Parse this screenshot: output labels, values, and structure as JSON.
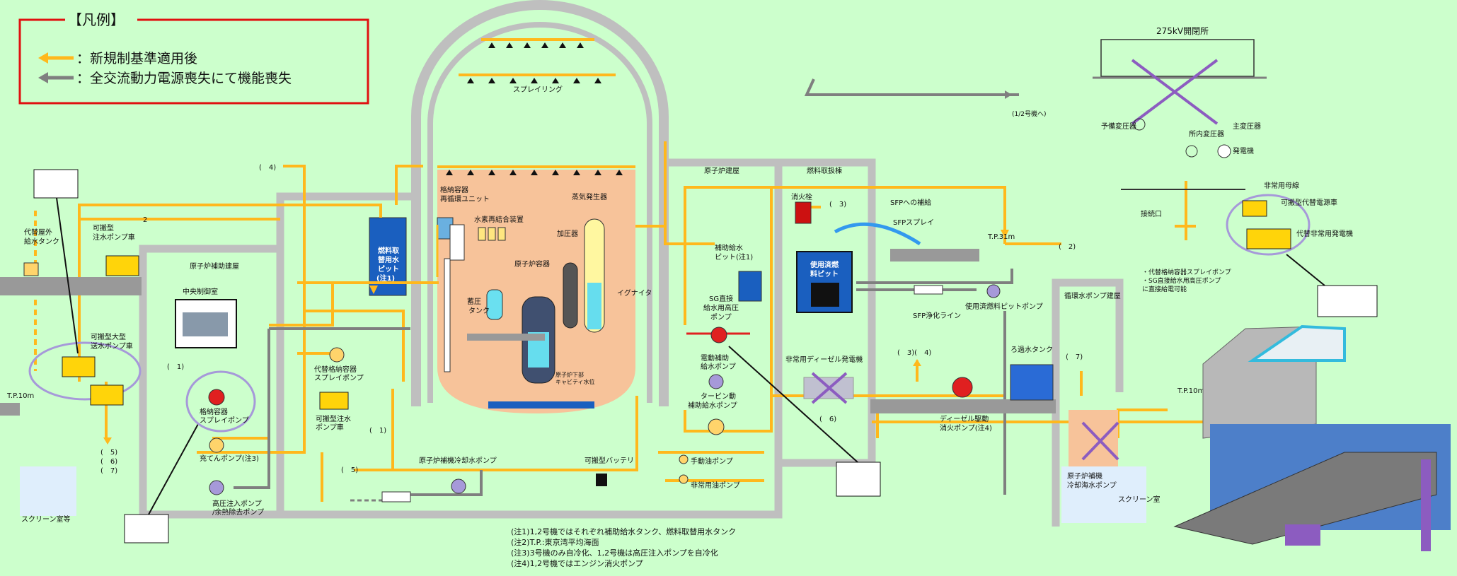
{
  "colors": {
    "background": "#ccffcc",
    "after_new_standard": "#ffb81c",
    "loss_of_function": "#7f7f7f",
    "building_wall": "#bfbfbf",
    "reactor_fill": "#f7c39a",
    "legend_border": "#e01010",
    "pump_red": "#e02020",
    "purple": "#8c5cc0"
  },
  "legend": {
    "title": "【凡例】",
    "items": [
      {
        "text": "：新規制基準適用後",
        "color": "#ffb81c"
      },
      {
        "text": "：全交流動力電源喪失にて機能喪失",
        "color": "#7f7f7f"
      }
    ]
  },
  "labels": {
    "spray_ring": "スプレイリング",
    "cv_recirc": [
      "格納容器",
      "再循環ユニット"
    ],
    "h2_recombiner": "水素再結合装置",
    "steam_gen": "蒸気発生器",
    "pressurizer": "加圧器",
    "reactor_vessel": "原子炉容器",
    "accumulator": [
      "蓄圧",
      "タンク"
    ],
    "igniter": "イグナイタ",
    "cavity_level": [
      "原子炉下部",
      "キャビティ水位"
    ],
    "fuel_water_pit": [
      "燃料取",
      "替用水",
      "ピット",
      "(注1)"
    ],
    "reactor_building": "原子炉建屋",
    "fuel_handling": "燃料取扱棟",
    "aux_building": "原子炉補助建屋",
    "main_control": "中央制御室",
    "alt_outdoor_tank": [
      "代替屋外",
      "給水タンク"
    ],
    "portable_pump": [
      "可搬型",
      "注水ポンプ車"
    ],
    "portable_large_pump": [
      "可搬型大型",
      "送水ポンプ車"
    ],
    "alt_cv_spray": [
      "代替格納容器",
      "スプレイポンプ"
    ],
    "portable_pump2": [
      "可搬型注水",
      "ポンプ車"
    ],
    "cv_spray_pump": [
      "格納容器",
      "スプレイポンプ"
    ],
    "charging_pump": "充てんポンプ(注3)",
    "hpi_pump": [
      "高圧注入ポンプ",
      "/余熱除去ポンプ"
    ],
    "aux_cooling_pump": "原子炉補機冷却水ポンプ",
    "portable_battery": "可搬型バッテリ",
    "aux_feed_pit": [
      "補助給水",
      "ピット(注1)"
    ],
    "sg_direct_pump": [
      "SG直接",
      "給水用高圧",
      "ポンプ"
    ],
    "motor_aux_pump": [
      "電動補助",
      "給水ポンプ"
    ],
    "turbine_aux_pump": [
      "タービン動",
      "補助給水ポンプ"
    ],
    "manual_oil_pump": "手動油ポンプ",
    "emergency_oil_pump": "非常用油ポンプ",
    "edg": "非常用ディーゼル発電機",
    "fire_hydrant": "消火栓",
    "sfp_supply": "SFPへの補給",
    "sfp_spray": "SFPスプレイ",
    "tp31": "T.P.31m",
    "spent_fuel_pit": [
      "使用済燃",
      "料ピット"
    ],
    "spent_fuel_pump": "使用済燃料ピットポンプ",
    "sfp_cleanup": "SFP浄化ライン",
    "filtered_tank": "ろ過水タンク",
    "diesel_fire_pump": [
      "ディーゼル駆動",
      "消火ポンプ(注4)"
    ],
    "circ_pump_bldg": "循環水ポンプ建屋",
    "aux_seawater_pump": [
      "原子炉補機",
      "冷却海水ポンプ"
    ],
    "screen_room": "スクリーン室",
    "screen_room_etc": "スクリーン室等",
    "tp10_left": "T.P.10m",
    "tp10_right": "T.P.10m",
    "switchyard": "275kV開閉所",
    "to_units12": "(1/2号機へ)",
    "standby_tr": "予備変圧器",
    "house_tr": "所内変圧器",
    "main_tr": "主変圧器",
    "generator": "発電機",
    "emergency_bus": "非常用母線",
    "connection_port": "接続口",
    "portable_power": "可搬型代替電源車",
    "alt_emergency_gen": "代替非常用発電機",
    "power_notes": [
      "・代替格納容器スプレイポンプ",
      "・SG直接給水用高圧ポンプ",
      "に直接給電可能"
    ]
  },
  "refs": {
    "r4_top": "(　4)",
    "r2_top": "2",
    "r1_left": "(　1)",
    "r1_mid": "(　1)",
    "r5": "(　5)",
    "r5_list": [
      "(　5)",
      "(　6)",
      "(　7)"
    ],
    "r3": "(　3)",
    "r2_right": "(　2)",
    "r34": "(　3)(　4)",
    "r6": "(　6)",
    "r7": "(　7)"
  },
  "notes": [
    "(注1)1,2号機ではそれぞれ補助給水タンク、燃料取替用水タンク",
    "(注2)T.P.:東京湾平均海面",
    "(注3)3号機のみ自冷化、1,2号機は高圧注入ポンプを自冷化",
    "(注4)1,2号機ではエンジン消火ポンプ"
  ]
}
